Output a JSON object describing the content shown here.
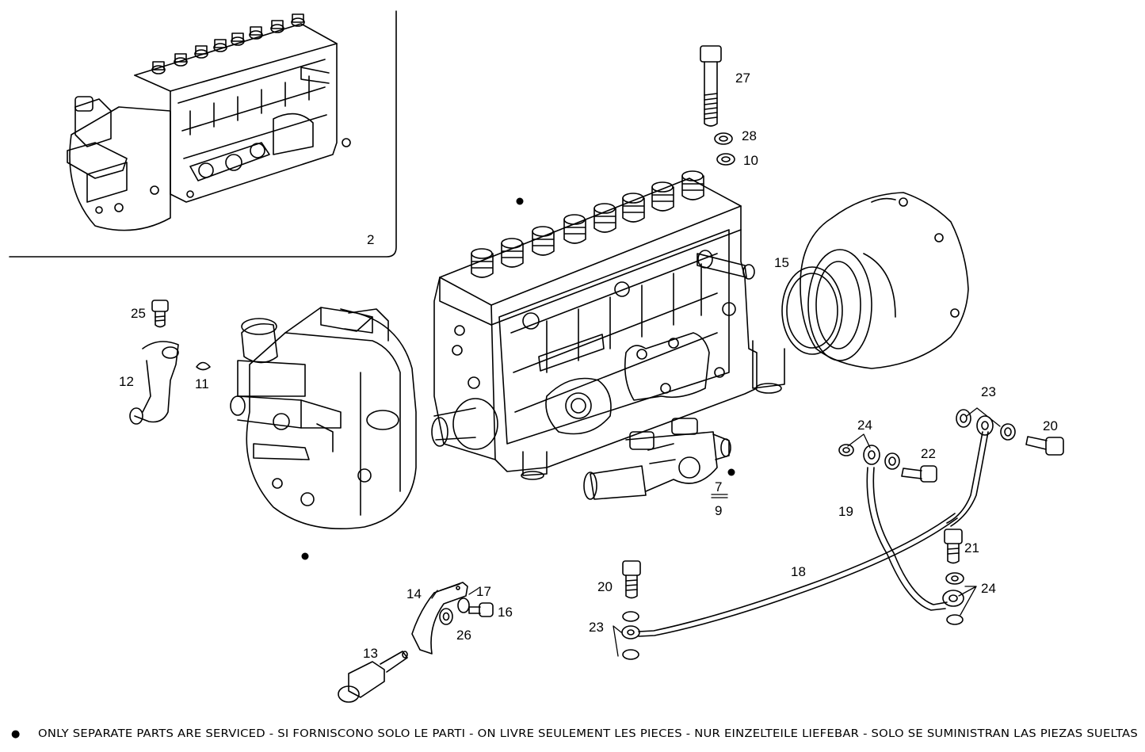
{
  "callouts": {
    "c2": "2",
    "c7": "7",
    "c9": "9",
    "c10": "10",
    "c11": "11",
    "c12": "12",
    "c13": "13",
    "c14": "14",
    "c15": "15",
    "c16": "16",
    "c17": "17",
    "c18": "18",
    "c19": "19",
    "c20a": "20",
    "c20b": "20",
    "c21": "21",
    "c22": "22",
    "c23a": "23",
    "c23b": "23",
    "c24a": "24",
    "c24b": "24",
    "c25": "25",
    "c26": "26",
    "c27": "27",
    "c28": "28"
  },
  "footnote": {
    "bullet": "●",
    "text": "ONLY SEPARATE PARTS ARE SERVICED - SI FORNISCONO SOLO LE PARTI - ON LIVRE SEULEMENT LES PIECES - NUR EINZELTEILE LIEFEBAR - SOLO SE SUMINISTRAN LAS PIEZAS SUELTAS"
  }
}
